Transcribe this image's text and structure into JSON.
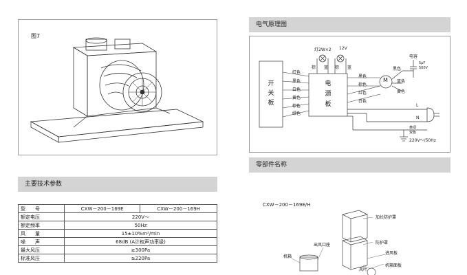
{
  "figure": {
    "label": "图7"
  },
  "sections": {
    "electrical": "电气原理图",
    "specs": "主要技术参数",
    "parts": "零部件名称"
  },
  "circuit": {
    "switch_board": [
      "开",
      "关",
      "板"
    ],
    "power_board": [
      "电",
      "源",
      "板"
    ],
    "lamp_label": "灯2W×2",
    "voltage_12": "12V",
    "top_wires": [
      "棕",
      "蓝",
      "棕",
      "蓝"
    ],
    "left_wires": [
      "红色",
      "黑色",
      "白色",
      "黄色",
      "棕色",
      "绿色"
    ],
    "right_wires": [
      "黑色",
      "棕色",
      "红色",
      "白色"
    ],
    "motor": "M",
    "motor_wires": [
      "黑色",
      "蓝色",
      "黄色"
    ],
    "capacitor": "电容",
    "capacitor_value": [
      "5μF",
      "500V"
    ],
    "line_L": "L",
    "line_N": "N",
    "ground": [
      "黄绿",
      "双色"
    ],
    "supply": "220V～/50Hz"
  },
  "spec_table": {
    "header": [
      "型　　号",
      "CXW－200－169E",
      "CXW－200－169H"
    ],
    "rows": [
      [
        "额定电压",
        "220V～"
      ],
      [
        "额定频率",
        "50Hz"
      ],
      [
        "风　　量",
        "15±10%m³/min"
      ],
      [
        "噪　　声",
        "68dB (A计权声功率级)"
      ],
      [
        "最大风压",
        "≥300Pa"
      ],
      [
        "标准风压",
        "≥220Pa"
      ]
    ]
  },
  "parts": {
    "model": "CXW－200－169E/H",
    "labels": [
      "加长防护罩",
      "出风口座",
      "防护罩",
      "机箱",
      "进风板",
      "风叶",
      "机箱面板"
    ]
  }
}
